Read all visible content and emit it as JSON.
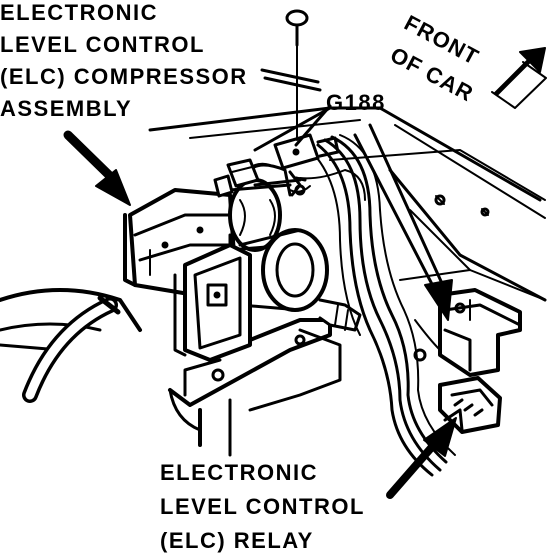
{
  "compressor_label": {
    "line1": "ELECTRONIC",
    "line2": "LEVEL CONTROL",
    "line3": "(ELC) COMPRESSOR",
    "line4": "ASSEMBLY"
  },
  "relay_label": {
    "line1": "ELECTRONIC",
    "line2": "LEVEL CONTROL",
    "line3": "(ELC) RELAY"
  },
  "ground_label": "G188",
  "direction_label": {
    "line1": "FRONT",
    "line2": "OF CAR"
  },
  "colors": {
    "ink": "#000000",
    "paper": "#ffffff"
  }
}
